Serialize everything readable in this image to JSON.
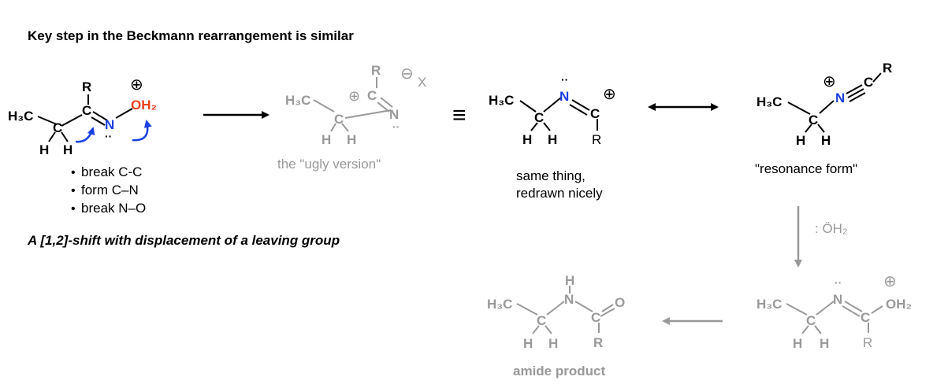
{
  "heading": "Key step in the Beckmann rearrangement is similar",
  "subheading": "A [1,2]-shift with displacement of a leaving group",
  "colors": {
    "black": "#000000",
    "gray": "#999999",
    "blue": "#1a3fe0",
    "red": "#e8401c"
  },
  "bullets": [
    "break C-C",
    "form C–N",
    "break N–O"
  ],
  "bullet_mark": "•",
  "lone_pair": "··",
  "equiv_symbol": "≡",
  "captions": {
    "ugly": "the \"ugly version\"",
    "same_line1": "same thing,",
    "same_line2": "redrawn nicely",
    "resonance": "\"resonance form\"",
    "amide": "amide product"
  },
  "atoms": {
    "r": "R",
    "c": "C",
    "n": "N",
    "o": "O",
    "h": "H",
    "h3c": "H₃C",
    "oh2": "OH₂",
    "plus": "⊕",
    "minus": "⊖",
    "x": "X"
  },
  "reagent": ": ÖH₂"
}
